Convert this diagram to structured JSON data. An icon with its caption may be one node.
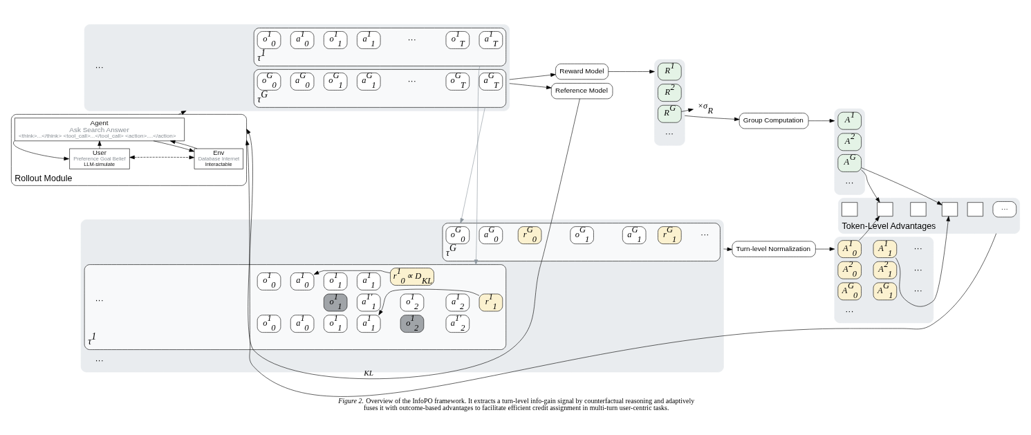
{
  "diagram": {
    "caption": "*Figure 2.* Overview of the InfoPO framework. It extracts a turn-level info-gain signal by counterfactual reasoning and adaptively fuses it with outcome-based advantages to facilitate efficient credit assignment in multi-turn user-centric tasks.",
    "nodes": [
      {
        "text": [
          "Rollout Module"
        ]
      },
      {
        "text": [
          "User",
          "Preference Goal Belief",
          "LLM-simulate"
        ],
        "in": 0
      },
      {
        "text": [
          "Env",
          "Database Internet",
          "Interactable"
        ],
        "in": 0
      },
      {
        "text": [
          "Agent",
          "Ask Search Answer",
          "<think>...</think> <tool_call>...</tool_call> <action>....</action>"
        ],
        "in": 0
      },
      {
        "text": [],
        "shape": "box"
      },
      {
        "text": [
          "τ$^{1}$"
        ],
        "in": 4
      },
      {
        "text": [
          "o$^{1}$$_{0}$"
        ],
        "in": 5
      },
      {
        "text": [
          "a$^{1}$$_{0}$"
        ],
        "in": 5
      },
      {
        "text": [
          "o$^{1}$$_{1}$"
        ],
        "in": 5
      },
      {
        "text": [
          "a$^{1}$$_{1}$"
        ],
        "in": 5
      },
      {
        "text": [
          "o$^{1}$$_{T}$"
        ],
        "in": 5
      },
      {
        "text": [
          "a$^{1}$$_{T}$"
        ],
        "in": 5
      },
      {
        "text": [
          "τ$^{G}$"
        ],
        "in": 4
      },
      {
        "text": [
          "o$^{G}$$_{0}$"
        ],
        "in": 12
      },
      {
        "text": [
          "a$^{G}$$_{0}$"
        ],
        "in": 12
      },
      {
        "text": [
          "o$^{G}$$_{1}$"
        ],
        "in": 12
      },
      {
        "text": [
          "a$^{G}$$_{1}$"
        ],
        "in": 12
      },
      {
        "text": [
          "o$^{G}$$_{T}$"
        ],
        "in": 12
      },
      {
        "text": [
          "a$^{G}$$_{T}$"
        ],
        "in": 12
      },
      {
        "text": [],
        "shape": "box"
      },
      {
        "text": [
          "τ$^{1}$"
        ],
        "in": 19
      },
      {
        "text": [
          "o$^{1}$$_{0}$"
        ],
        "in": 20
      },
      {
        "text": [
          "a$^{1}$$_{0}$"
        ],
        "in": 20
      },
      {
        "text": [
          "o$^{1}$$_{1}$"
        ],
        "in": 20
      },
      {
        "text": [
          "o$^{1}$$_{1}$"
        ],
        "in": 20
      },
      {
        "text": [
          "a$^{1}$$_{1}$"
        ],
        "in": 20
      },
      {
        "text": [
          "a$^{1′}$$_{1}$"
        ],
        "in": 20
      },
      {
        "text": [
          "r$^{1}$$_{0}$ ∝ D$_{KL}$"
        ],
        "in": 20
      },
      {
        "text": [
          "o$^{1}$$_{0}$"
        ],
        "in": 20
      },
      {
        "text": [
          "a$^{1}$$_{0}$"
        ],
        "in": 20
      },
      {
        "text": [
          "o$^{1}$$_{1}$"
        ],
        "in": 20
      },
      {
        "text": [
          "a$^{1}$$_{1}$"
        ],
        "in": 20
      },
      {
        "text": [
          "o$^{1}$$_{2}$"
        ],
        "in": 20
      },
      {
        "text": [
          "a$^{1}$$_{2}$"
        ],
        "in": 20
      },
      {
        "text": [
          "o$^{1}$$_{2}$"
        ],
        "in": 20
      },
      {
        "text": [
          "a$^{1′}$$_{2}$"
        ],
        "in": 20
      },
      {
        "text": [
          "r$^{1}$$_{1}$"
        ],
        "in": 20
      },
      {
        "text": [
          "τ$^{G}$"
        ],
        "in": 19
      },
      {
        "text": [
          "o$^{G}$$_{0}$"
        ],
        "in": 37
      },
      {
        "text": [
          "a$^{G}$$_{0}$"
        ],
        "in": 37
      },
      {
        "text": [
          "r$^{G}$$_{0}$"
        ],
        "in": 37
      },
      {
        "text": [
          "o$^{G}$$_{1}$"
        ],
        "in": 37
      },
      {
        "text": [
          "a$^{G}$$_{1}$"
        ],
        "in": 37
      },
      {
        "text": [
          "r$^{G}$$_{1}$"
        ],
        "in": 37
      },
      {
        "text": [
          "Reference Model"
        ]
      },
      {
        "text": [
          "Reward Model"
        ]
      },
      {
        "text": [],
        "shape": "box"
      },
      {
        "text": [
          "R$^{1}$"
        ],
        "in": 46
      },
      {
        "text": [
          "R$^{2}$"
        ],
        "in": 46
      },
      {
        "text": [
          "R$^{G}$"
        ],
        "in": 46
      },
      {
        "text": [
          "Group Computation"
        ]
      },
      {
        "text": [],
        "shape": "box"
      },
      {
        "text": [
          "A$^{1}$"
        ],
        "in": 51
      },
      {
        "text": [
          "A$^{2}$"
        ],
        "in": 51
      },
      {
        "text": [
          "A$^{G}$"
        ],
        "in": 51
      },
      {
        "text": [
          "×σ$_{R}$"
        ]
      },
      {
        "text": [
          "Turn-level Normalization"
        ]
      },
      {
        "text": [],
        "shape": "box"
      },
      {
        "text": [
          "A$^{1}$$_{0}$"
        ],
        "in": 57
      },
      {
        "text": [
          "A$^{1}$$_{1}$"
        ],
        "in": 57
      },
      {
        "text": [
          "A$^{2}$$_{0}$"
        ],
        "in": 57
      },
      {
        "text": [
          "A$^{2}$$_{1}$"
        ],
        "in": 57
      },
      {
        "text": [
          "A$^{G}$$_{0}$"
        ],
        "in": 57
      },
      {
        "text": [
          "A$^{G}$$_{1}$"
        ],
        "in": 57
      },
      {
        "text": [
          "Token-Level Advantages"
        ]
      },
      {
        "text": [],
        "shape": "box",
        "in": 64
      },
      {
        "text": [],
        "shape": "box",
        "in": 64
      },
      {
        "text": [],
        "shape": "box",
        "in": 64
      },
      {
        "text": [],
        "shape": "box",
        "in": 64
      },
      {
        "text": [],
        "shape": "box",
        "in": 64
      },
      {
        "text": [
          "···"
        ],
        "in": 64
      }
    ],
    "edges": [
      {
        "from": 0,
        "to": 4,
        "arrow": "to"
      },
      {
        "from": 3,
        "to": 1,
        "arrow": "to"
      },
      {
        "from": 1,
        "to": 3,
        "arrow": "to"
      },
      {
        "from": 3,
        "to": 2,
        "arrow": "to"
      },
      {
        "from": 2,
        "to": 3,
        "arrow": "to"
      },
      {
        "from": 1,
        "to": 2,
        "arrow": "both",
        "style": "dashed"
      },
      {
        "from": 4,
        "to": 44,
        "arrow": "to"
      },
      {
        "from": 4,
        "to": 45,
        "arrow": "to"
      },
      {
        "from": 44,
        "to": 0,
        "arrow": "to",
        "label": "KL"
      },
      {
        "from": 5,
        "to": 20,
        "arrow": "to",
        "color": "#8a949c"
      },
      {
        "from": 12,
        "to": 37,
        "arrow": "to",
        "color": "#8a949c"
      },
      {
        "from": 27,
        "to": 22,
        "arrow": "to"
      },
      {
        "from": 36,
        "to": 31,
        "arrow": "to"
      },
      {
        "from": 19,
        "to": 56,
        "arrow": "to"
      },
      {
        "from": 45,
        "to": 46,
        "arrow": "to"
      },
      {
        "from": 46,
        "to": 50,
        "arrow": "to"
      },
      {
        "from": 50,
        "to": 51,
        "arrow": "to"
      },
      {
        "from": 49,
        "to": 55,
        "arrow": "to"
      },
      {
        "from": 56,
        "to": 57,
        "arrow": "to"
      },
      {
        "from": 54,
        "to": 66,
        "arrow": "to"
      },
      {
        "from": 54,
        "to": 68,
        "arrow": "to"
      },
      {
        "from": 58,
        "to": 66,
        "arrow": "to"
      },
      {
        "from": 59,
        "to": 68,
        "arrow": "to"
      },
      {
        "from": 64,
        "to": 0,
        "arrow": "to"
      }
    ],
    "labels": [
      "···",
      "···",
      "···",
      "···",
      "···",
      "···",
      "···",
      "···",
      "···",
      "···",
      "···",
      "···"
    ]
  }
}
